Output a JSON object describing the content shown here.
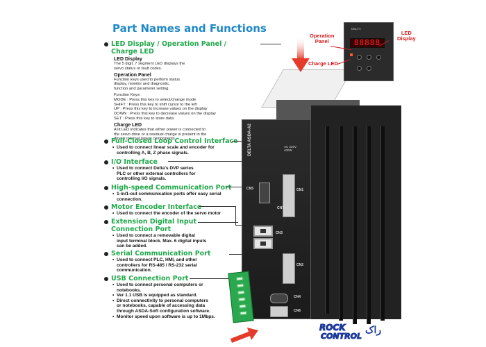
{
  "title": "Part Names and Functions",
  "sections": {
    "led": {
      "heading": "LED Display / Operation Panel / Charge LED",
      "sub1": "LED Display",
      "p1": [
        "The 5 digit, 7 segment LED displays the",
        "servo status or fault codes."
      ],
      "sub2": "Operation Panel",
      "p2": [
        "Function keys used to perform status",
        "display, monitor and diagnostic,",
        "function and parameter setting."
      ],
      "p3": [
        "Function Keys:",
        "MODE : Press this key to select/change mode",
        "SHIFT : Press this key to shift cursor to the left",
        "UP : Press this key to increase values on the display",
        "DOWN : Press this key to decrease values on the display",
        "SET : Press this key to store data"
      ],
      "sub3": "Charge LED",
      "p4": [
        "A lit LED indicates that either power is connected to",
        "the servo drive or a residual charge is present in the",
        "drive's internal power components."
      ]
    },
    "full_closed": {
      "heading": "Full-Closed Loop Control Interface",
      "bullets": [
        [
          "Used to connect linear scale and encoder for",
          "controlling A, B, Z phase signals."
        ]
      ]
    },
    "io": {
      "heading": "I/O Interface",
      "bullets": [
        [
          "Used to connect Delta's DVP series",
          "PLC or other external controllers for",
          "controlling I/O signals."
        ]
      ]
    },
    "highspeed": {
      "heading": "High-speed Communication Port",
      "bullets": [
        [
          "1-in/1-out communication ports offer easy serial",
          "connection."
        ]
      ]
    },
    "encoder": {
      "heading": "Motor Encoder Interface",
      "bullets": [
        [
          "Used to connect the encoder of the servo motor"
        ]
      ]
    },
    "extension": {
      "heading1": "Extension Digital Input",
      "heading2": "Connection Port",
      "bullets": [
        [
          "Used to connect a removable digital",
          "input terminal block. Max. 6 digital inputs",
          "can be added."
        ]
      ]
    },
    "serial": {
      "heading": "Serial Communication Port",
      "bullets": [
        [
          "Used to connect PLC, HMI, and other",
          "controllers for RS-485 / RS-232 serial",
          "communication."
        ]
      ]
    },
    "usb": {
      "heading": "USB Connection Port",
      "bullets": [
        [
          "Used to connect personal computers or",
          "notebooks."
        ],
        [
          "Ver 1.1 USB is equipped as standard."
        ],
        [
          "Direct connectivity to personal computers",
          "or notebooks, capable of accessing data",
          "through ASDA-Soft configuration software."
        ],
        [
          "Monitor speed upon software is up to 1Mbps."
        ]
      ]
    }
  },
  "inset": {
    "brand": "DELTA",
    "display": "88888",
    "callouts": {
      "operation_panel": [
        "Operation",
        "Panel"
      ],
      "led_display": [
        "LED",
        "Display"
      ],
      "charge_led": "Charge LED"
    }
  },
  "device": {
    "model": "DELTA ASDA-A2",
    "rating": [
      "AC 220V",
      "400W"
    ],
    "port_labels": [
      "CN5",
      "CN1",
      "CN7",
      "CN3",
      "CN2",
      "CN4",
      "CN6"
    ]
  },
  "logo": {
    "line1": "ROCK",
    "line2": "CONTROL",
    "fa": "راک"
  },
  "colors": {
    "title": "#1e88c8",
    "heading": "#20a84a",
    "callout": "#d21919",
    "display": "#ff2a2a"
  }
}
